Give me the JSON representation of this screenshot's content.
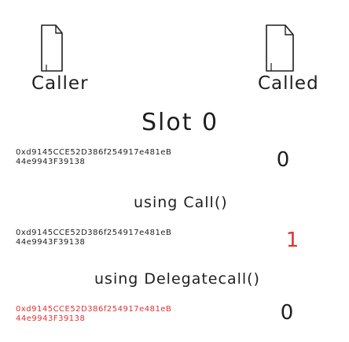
{
  "diagram": {
    "caller_label": "Caller",
    "called_label": "Called",
    "slot_title": "Slot 0",
    "rows": [
      {
        "address": "0xd9145CCE52D386f254917e481eB44e9943F39138",
        "value": "0",
        "value_color": "#1e1e1e",
        "address_color": "#1e1e1e"
      },
      {
        "label": "using Call()",
        "address": "0xd9145CCE52D386f254917e481eB44e9943F39138",
        "value": "1",
        "value_color": "#e03131",
        "address_color": "#1e1e1e"
      },
      {
        "label": "using Delegatecall()",
        "address": "0xd9145CCE52D386f254917e481eB44e9943F39138",
        "value": "0",
        "value_color": "#1e1e1e",
        "address_color": "#e03131"
      }
    ]
  }
}
